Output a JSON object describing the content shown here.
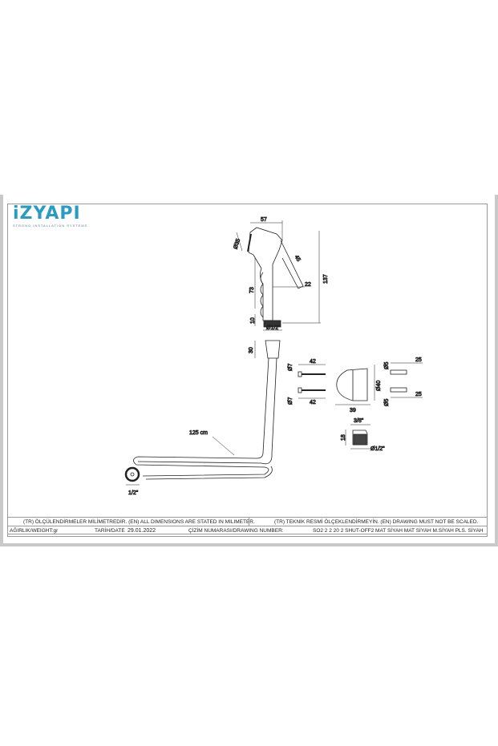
{
  "logo": {
    "name": "iZYAPI",
    "tagline": "STRONG INSTALLATION SYSTEMS"
  },
  "dimensions": {
    "head_width": "57",
    "head_diameter": "Ø35",
    "trigger_length": "45",
    "grip_height": "73",
    "trigger_offset": "22",
    "total_height": "137",
    "thread_height": "10",
    "thread_diameter": "Ø1/2\"",
    "nut_height": "30",
    "screw_diameter_top": "Ø7",
    "screw_length_top": "42",
    "screw_diameter_bottom": "Ø7",
    "screw_length_bottom": "42",
    "holder_diameter": "Ø40",
    "holder_length": "39",
    "dowel_diameter_top": "Ø5",
    "dowel_length_top": "25",
    "dowel_diameter_bottom": "Ø5",
    "dowel_length_bottom": "25",
    "adapter_top": "3/8\"",
    "adapter_height": "18",
    "adapter_bottom": "Ø1/2\"",
    "hose_length": "125 cm",
    "hose_end": "1/2\""
  },
  "footer": {
    "note_units": "(TR) ÖLÇÜLENDİRMELER MİLİMETREDİR. (EN) ALL DIMENSIONS ARE STATED IN MILIMETER.",
    "note_scale": "(TR) TEKNİK RESMİ ÖLÇEKLENDİRMEYİN. (EN) DRAWING MUST NOT BE SCALED.",
    "weight_label": "AĞIRLIK/WEIGHT:gr",
    "date_label": "TARİH/DATE",
    "date_value": "29.01.2022",
    "drawing_number_label": "ÇİZİM NUMARASI/DRAWING NUMBER:",
    "drawing_number_value": "SO2 2 2 20 2 SHUT-OFF2 MAT SİYAH MAT SİYAH M.SİYAH PLS. SİYAH"
  }
}
